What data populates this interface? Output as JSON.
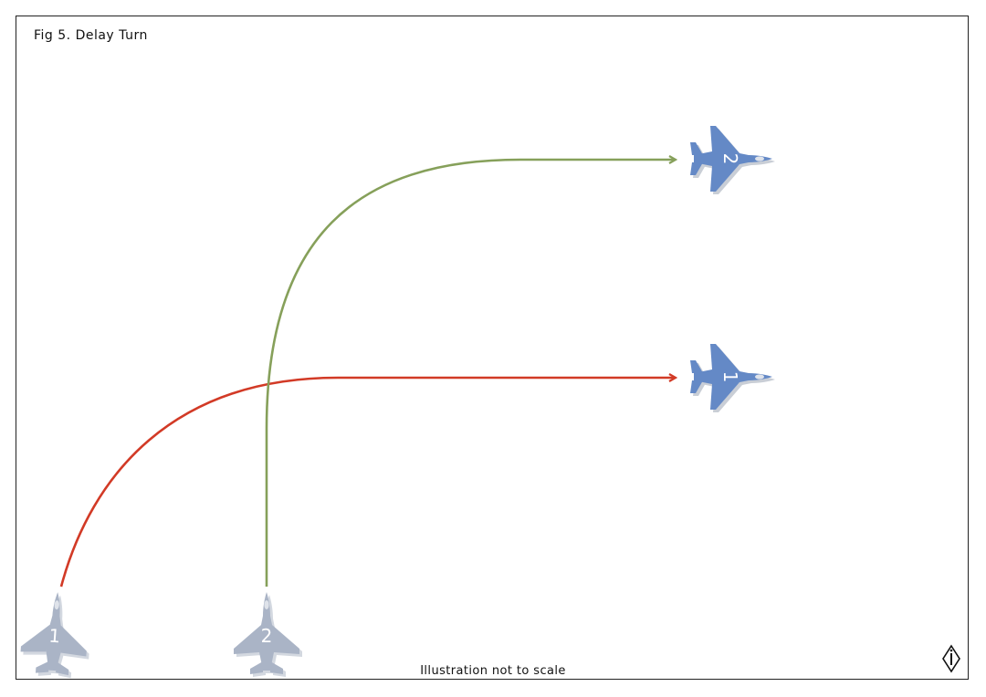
{
  "figure": {
    "title": "Fig 5. Delay Turn",
    "caption": "Illustration not to scale"
  },
  "aircraft": {
    "start": [
      {
        "label": "1"
      },
      {
        "label": "2"
      }
    ],
    "end": [
      {
        "label": "2"
      },
      {
        "label": "1"
      }
    ]
  },
  "paths": [
    {
      "aircraft": "1",
      "color": "#d23a26"
    },
    {
      "aircraft": "2",
      "color": "#86a05a"
    }
  ],
  "colors": {
    "start_aircraft": "#aab4c6",
    "start_aircraft_shadow": "#d3d8e0",
    "end_aircraft": "#6489c6",
    "end_aircraft_shadow": "#c9ced6",
    "frame": "#222222"
  },
  "icons": {
    "compass": "compass-north-icon"
  }
}
